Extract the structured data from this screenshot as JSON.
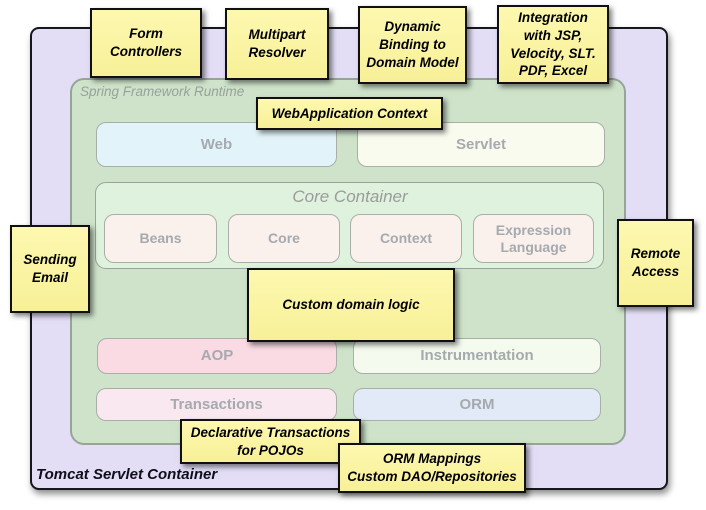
{
  "containers": {
    "tomcat_label": "Tomcat Servlet Container",
    "runtime_label": "Spring Framework Runtime",
    "core_title": "Core Container"
  },
  "modules": {
    "web": "Web",
    "servlet": "Servlet",
    "beans": "Beans",
    "core": "Core",
    "context": "Context",
    "expression_language": "Expression Language",
    "aop": "AOP",
    "instrumentation": "Instrumentation",
    "transactions": "Transactions",
    "orm": "ORM"
  },
  "notes": [
    {
      "id": "form-controllers",
      "text": "Form\nControllers"
    },
    {
      "id": "multipart-resolver",
      "text": "Multipart\nResolver"
    },
    {
      "id": "dynamic-binding",
      "text": "Dynamic\nBinding to\nDomain Model"
    },
    {
      "id": "integration-views",
      "text": "Integration\nwith JSP,\nVelocity, SLT.\nPDF, Excel"
    },
    {
      "id": "webapplication-context",
      "text": "WebApplication Context"
    },
    {
      "id": "custom-domain-logic",
      "text": "Custom domain logic"
    },
    {
      "id": "sending-email",
      "text": "Sending\nEmail"
    },
    {
      "id": "remote-access",
      "text": "Remote\nAccess"
    },
    {
      "id": "declarative-transactions",
      "text": "Declarative Transactions\nfor POJOs"
    },
    {
      "id": "orm-mappings",
      "text": "ORM Mappings\nCustom DAO/Repositories"
    }
  ],
  "colors": {
    "note_yellow": "#F9F3A0",
    "outer_purple": "#E3DDF6",
    "runtime_green": "#CFE3CA",
    "core_mint": "#DFF2DE",
    "web_cyan": "#E2F4F9",
    "servlet_cream": "#FAFBEF",
    "beans_pink": "#FAF0EC",
    "aop_pink": "#FADAE3",
    "instrumentation_cream": "#F5FAEE",
    "transactions_pink": "#FAE8F1",
    "orm_blue": "#E3EAF7"
  }
}
